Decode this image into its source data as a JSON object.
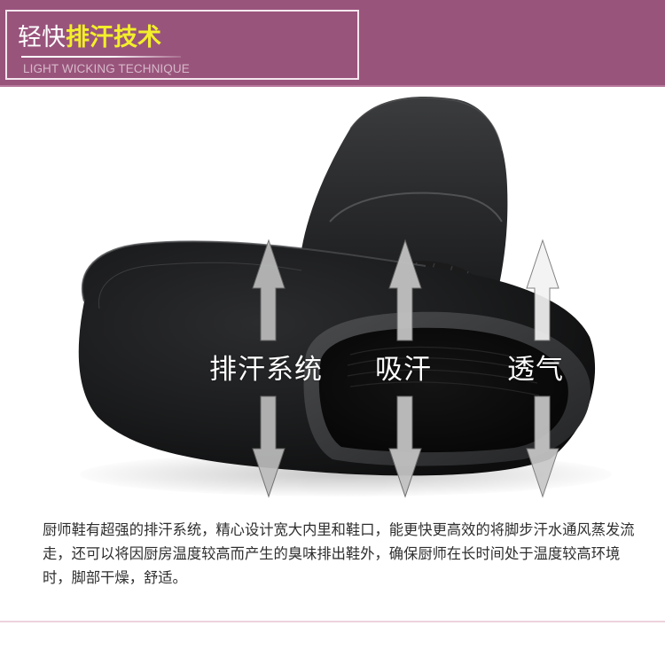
{
  "header": {
    "title_plain": "轻快",
    "title_highlight": "排汗技术",
    "subtitle": "LIGHT WICKING TECHNIQUE"
  },
  "features": [
    {
      "label": "排汗系统",
      "icon": "double-arrow-up-down-icon"
    },
    {
      "label": "吸汗",
      "icon": "double-arrow-up-down-icon"
    },
    {
      "label": "透气",
      "icon": "double-arrow-up-down-icon"
    }
  ],
  "product": {
    "image": "black-chef-shoes-pair"
  },
  "description": "厨师鞋有超强的排汗系统，精心设计宽大内里和鞋口，能更快更高效的将脚步汗水通风蒸发流走，还可以将因厨房温度较高而产生的臭味排出鞋外，确保厨师在长时间处于温度较高环境时，脚部干燥，舒适。",
  "colors": {
    "banner": "#99547c",
    "highlight": "#f3ef2a",
    "frame": "#f4e6ee",
    "subtitle": "#d6b9c9",
    "body_text": "#2e2e2e",
    "divider": "#ecd3dd"
  }
}
